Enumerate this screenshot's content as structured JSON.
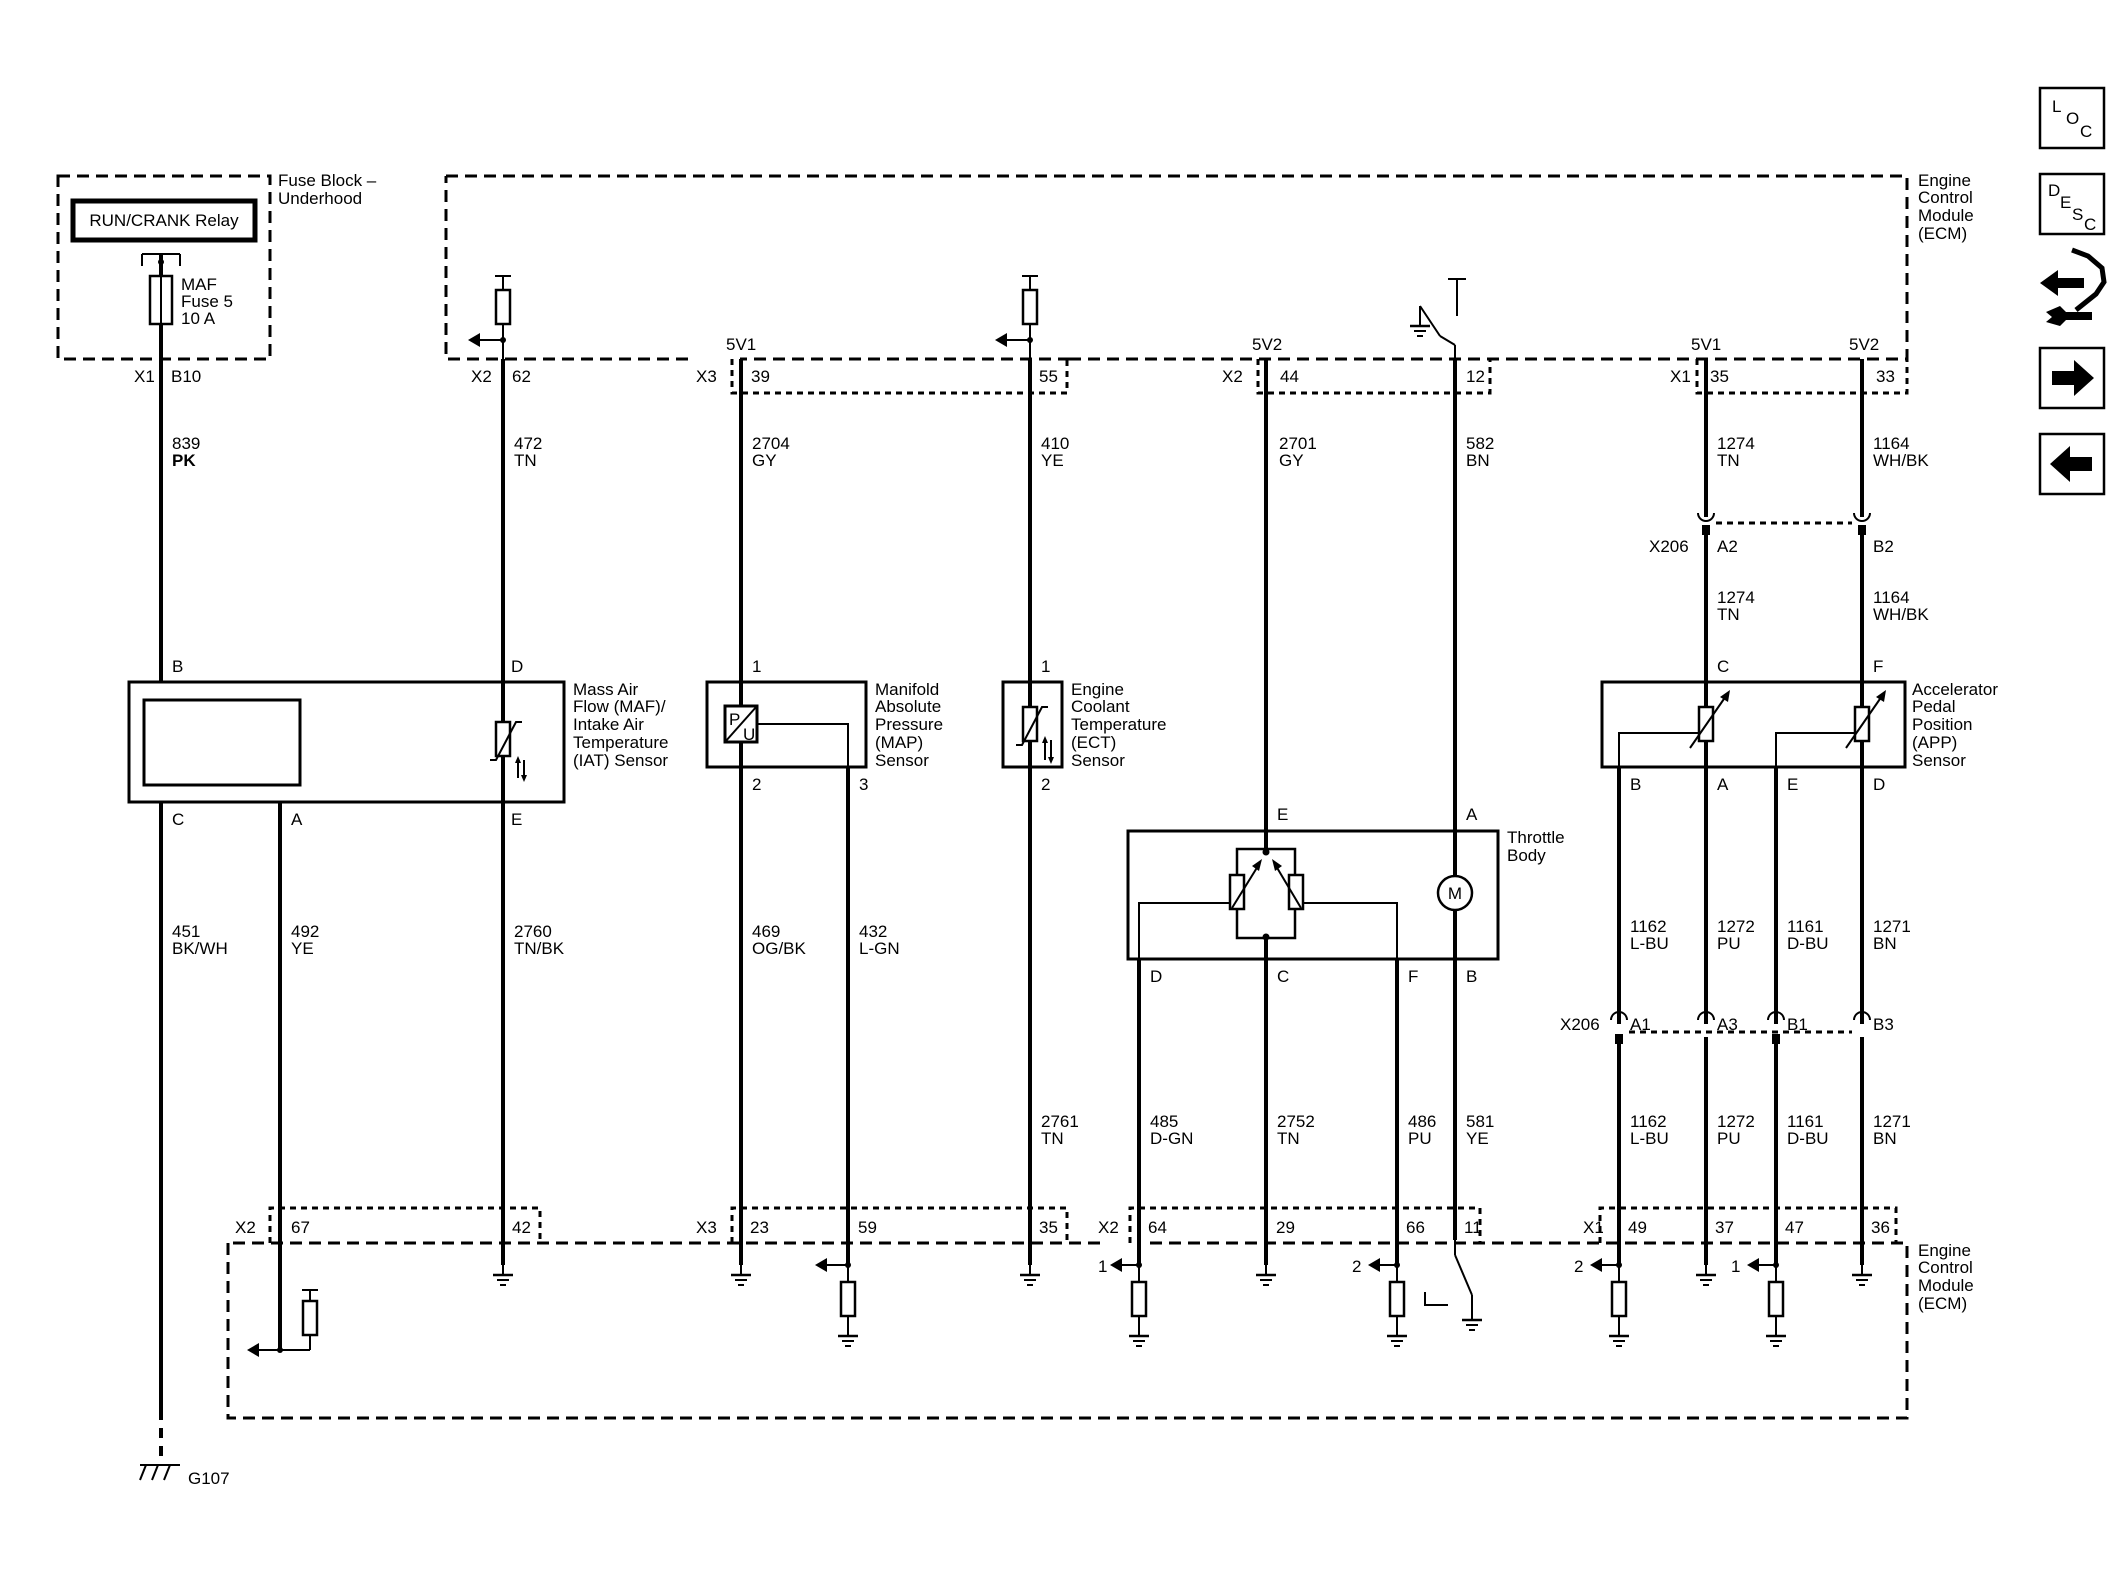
{
  "fuse_block": {
    "title_1": "Fuse Block –",
    "title_2": "Underhood",
    "relay": "RUN/CRANK Relay",
    "fuse_1": "MAF",
    "fuse_2": "Fuse 5",
    "fuse_3": "10 A"
  },
  "ecm": {
    "title_1": "Engine",
    "title_2": "Control",
    "title_3": "Module",
    "title_4": "(ECM)"
  },
  "top_connectors": {
    "fb_x1": "X1",
    "fb_b10": "B10",
    "x2a": "X2",
    "p62": "62",
    "x3": "X3",
    "p39": "39",
    "p55": "55",
    "x2b": "X2",
    "p44": "44",
    "p12": "12",
    "x1": "X1",
    "p35": "35",
    "p33": "33",
    "v5v1a": "5V1",
    "v5v2a": "5V2",
    "v5v1b": "5V1",
    "v5v2b": "5V2"
  },
  "wires_top": [
    {
      "num": "839",
      "color": "PK"
    },
    {
      "num": "472",
      "color": "TN"
    },
    {
      "num": "2704",
      "color": "GY"
    },
    {
      "num": "410",
      "color": "YE"
    },
    {
      "num": "2701",
      "color": "GY"
    },
    {
      "num": "582",
      "color": "BN"
    },
    {
      "num": "1274",
      "color": "TN"
    },
    {
      "num": "1164",
      "color": "WH/BK"
    }
  ],
  "x206": {
    "label": "X206",
    "a2": "A2",
    "b2": "B2",
    "wire_a_num": "1274",
    "wire_a_color": "TN",
    "wire_b_num": "1164",
    "wire_b_color": "WH/BK",
    "label2": "X206",
    "a1": "A1",
    "a3": "A3",
    "b1": "B1",
    "b3": "B3"
  },
  "maf": {
    "name_1": "Mass Air",
    "name_2": "Flow (MAF)/",
    "name_3": "Intake Air",
    "name_4": "Temperature",
    "name_5": "(IAT) Sensor",
    "pin_b": "B",
    "pin_d": "D",
    "pin_c": "C",
    "pin_a": "A",
    "pin_e": "E"
  },
  "map": {
    "name_1": "Manifold",
    "name_2": "Absolute",
    "name_3": "Pressure",
    "name_4": "(MAP)",
    "name_5": "Sensor",
    "pin_1": "1",
    "pin_2": "2",
    "pin_3": "3",
    "sym_p": "P",
    "sym_u": "U"
  },
  "ect": {
    "name_1": "Engine",
    "name_2": "Coolant",
    "name_3": "Temperature",
    "name_4": "(ECT)",
    "name_5": "Sensor",
    "pin_1": "1",
    "pin_2": "2"
  },
  "app": {
    "name_1": "Accelerator",
    "name_2": "Pedal",
    "name_3": "Position",
    "name_4": "(APP)",
    "name_5": "Sensor",
    "pin_c": "C",
    "pin_f": "F",
    "pin_b": "B",
    "pin_a": "A",
    "pin_e": "E",
    "pin_d": "D"
  },
  "throttle": {
    "name_1": "Throttle",
    "name_2": "Body",
    "pin_e": "E",
    "pin_a": "A",
    "pin_d": "D",
    "pin_c": "C",
    "pin_f": "F",
    "pin_b": "B",
    "motor": "M"
  },
  "wires_mid": [
    {
      "num": "451",
      "color": "BK/WH"
    },
    {
      "num": "492",
      "color": "YE"
    },
    {
      "num": "2760",
      "color": "TN/BK"
    },
    {
      "num": "469",
      "color": "OG/BK"
    },
    {
      "num": "432",
      "color": "L-GN"
    },
    {
      "num": "1162",
      "color": "L-BU"
    },
    {
      "num": "1272",
      "color": "PU"
    },
    {
      "num": "1161",
      "color": "D-BU"
    },
    {
      "num": "1271",
      "color": "BN"
    }
  ],
  "wires_low": [
    {
      "num": "2761",
      "color": "TN"
    },
    {
      "num": "485",
      "color": "D-GN"
    },
    {
      "num": "2752",
      "color": "TN"
    },
    {
      "num": "486",
      "color": "PU"
    },
    {
      "num": "581",
      "color": "YE"
    },
    {
      "num": "1162",
      "color": "L-BU"
    },
    {
      "num": "1272",
      "color": "PU"
    },
    {
      "num": "1161",
      "color": "D-BU"
    },
    {
      "num": "1271",
      "color": "BN"
    }
  ],
  "bottom_connectors": {
    "x2a": "X2",
    "p67": "67",
    "p42": "42",
    "x3": "X3",
    "p23": "23",
    "p59": "59",
    "p35": "35",
    "x2b": "X2",
    "p64": "64",
    "p29": "29",
    "p66": "66",
    "p11": "11",
    "x1": "X1",
    "p49": "49",
    "p37": "37",
    "p47": "47",
    "p36": "36",
    "ref1a": "1",
    "ref2a": "2",
    "ref2b": "2",
    "ref1b": "1"
  },
  "ground": {
    "label": "G107"
  },
  "nav": {
    "loc_1": "L",
    "loc_2": "O",
    "loc_3": "C",
    "desc_1": "D",
    "desc_2": "E",
    "desc_3": "S",
    "desc_4": "C"
  }
}
